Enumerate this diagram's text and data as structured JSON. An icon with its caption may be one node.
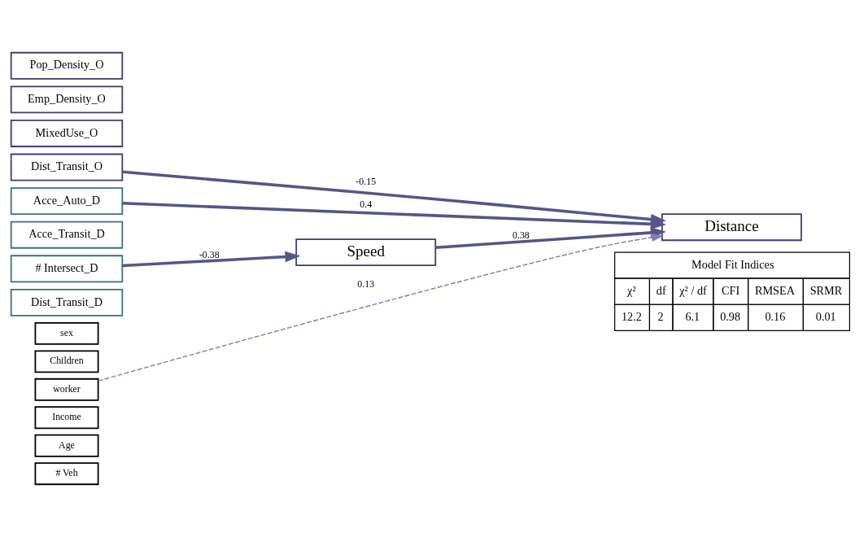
{
  "diagram": {
    "nodes": [
      {
        "text": [
          "Pop_Density_O"
        ]
      },
      {
        "text": [
          "Emp_Density_O"
        ]
      },
      {
        "text": [
          "MixedUse_O"
        ]
      },
      {
        "text": [
          "Dist_Transit_O"
        ]
      },
      {
        "text": [
          "Acce_Auto_D"
        ]
      },
      {
        "text": [
          "Acce_Transit_D"
        ]
      },
      {
        "text": [
          "# Intersect_D"
        ]
      },
      {
        "text": [
          "Dist_Transit_D"
        ]
      },
      {
        "text": [
          "Speed"
        ]
      },
      {
        "text": [
          "Distance"
        ]
      },
      {
        "text": [
          "sex"
        ]
      },
      {
        "text": [
          "Children"
        ]
      },
      {
        "text": [
          "worker"
        ]
      },
      {
        "text": [
          "Income"
        ]
      },
      {
        "text": [
          "Age"
        ]
      },
      {
        "text": [
          "# Veh"
        ]
      }
    ],
    "edges": [
      {
        "from": 8,
        "to": 9,
        "arrow": "to",
        "label": "0.38"
      },
      {
        "from": 3,
        "to": 9,
        "arrow": "to",
        "label": "-0.15"
      },
      {
        "from": 6,
        "to": 8,
        "arrow": "to",
        "label": "-0.38"
      },
      {
        "from": 4,
        "to": 9,
        "arrow": "to",
        "label": "0.4"
      },
      {
        "from": 12,
        "to": 9,
        "arrow": "to",
        "label": "0.13",
        "style": "dashed",
        "color": "#7f7fb0"
      }
    ],
    "labels": [
      "Model Fit Indices",
      "χ²",
      "df",
      "χ² / df",
      "CFI",
      "RMSEA",
      "SRMR",
      "12.2",
      "2",
      "6.1",
      "0.98",
      "0.16",
      "0.01"
    ]
  }
}
